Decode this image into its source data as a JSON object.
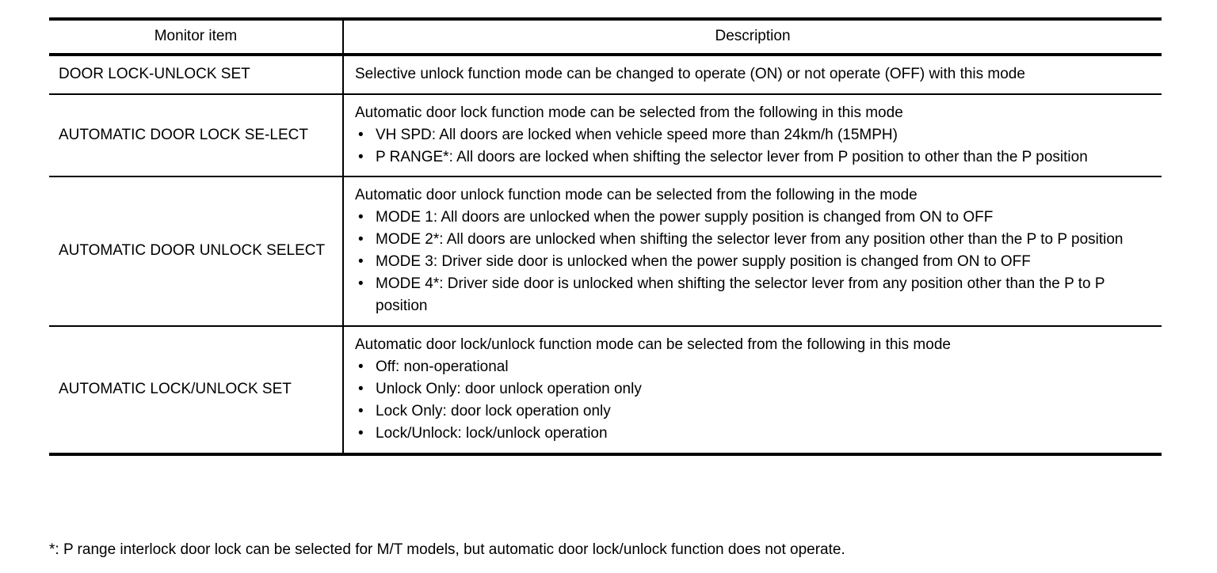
{
  "table": {
    "columns": [
      "Monitor item",
      "Description"
    ],
    "rows": [
      {
        "item": "DOOR LOCK-UNLOCK SET",
        "lead": "Selective unlock function mode can be changed to operate (ON) or not operate (OFF) with this mode",
        "bullets": []
      },
      {
        "item": "AUTOMATIC DOOR LOCK SE-LECT",
        "lead": "Automatic door lock function mode can be selected from the following in this mode",
        "bullets": [
          "VH SPD: All doors are locked when vehicle speed more than 24km/h (15MPH)",
          "P RANGE*: All doors are locked when shifting the selector lever from P position to other than the P position"
        ]
      },
      {
        "item": "AUTOMATIC DOOR UNLOCK SELECT",
        "lead": "Automatic door unlock function mode can be selected from the following in the mode",
        "bullets": [
          "MODE 1: All doors are unlocked when the power supply position is changed from ON to OFF",
          "MODE 2*: All doors are unlocked when shifting the selector lever from any position other than the P to P position",
          "MODE 3: Driver side door is unlocked when the power supply position is changed from ON to OFF",
          "MODE 4*: Driver side door is unlocked when shifting the selector lever from any position other than the P to P position"
        ]
      },
      {
        "item": "AUTOMATIC LOCK/UNLOCK SET",
        "lead": "Automatic door lock/unlock function mode can be selected from the following in this mode",
        "bullets": [
          "Off: non-operational",
          "Unlock Only: door unlock operation only",
          "Lock Only: door lock operation only",
          "Lock/Unlock: lock/unlock operation"
        ]
      }
    ],
    "bullet_glyph": "•"
  },
  "footnote": "*: P range interlock door lock can be selected for M/T models, but automatic door lock/unlock function does not operate.",
  "colors": {
    "text": "#000000",
    "rule": "#000000",
    "background": "#ffffff"
  }
}
